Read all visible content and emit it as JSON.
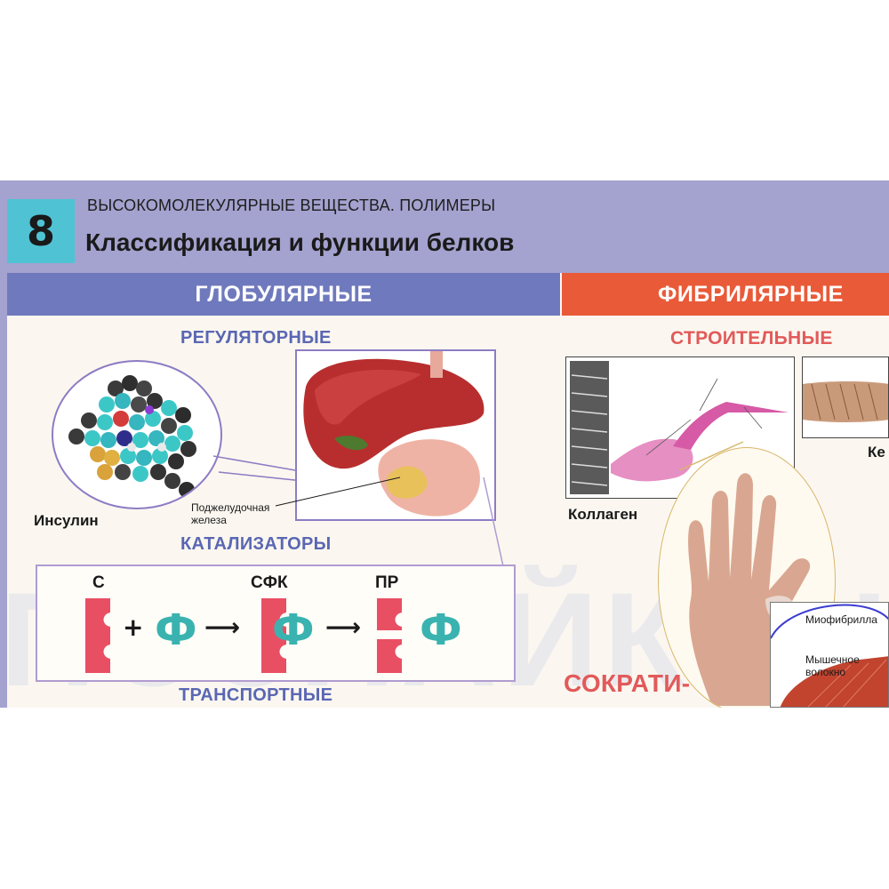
{
  "header": {
    "number": "8",
    "supertitle": "ВЫСОКОМОЛЕКУЛЯРНЫЕ ВЕЩЕСТВА. ПОЛИМЕРЫ",
    "title": "Классификация и функции белков"
  },
  "sections": {
    "globular": "ГЛОБУЛЯРНЫЕ",
    "fibrillar": "ФИБРИЛЯРНЫЕ"
  },
  "globular": {
    "regulatory": "РЕГУЛЯТОРНЫЕ",
    "insulin": "Инсулин",
    "pancreas_line1": "Поджелудочная",
    "pancreas_line2": "железа",
    "catalysts": "КАТАЛИЗАТОРЫ",
    "substrate": "С",
    "enzyme_substrate_complex": "СФК",
    "product": "ПР",
    "enzyme_symbol": "Ф",
    "plus": "+",
    "arrow": "⟶",
    "transport": "ТРАНСПОРТНЫЕ"
  },
  "fibrillar": {
    "structural": "СТРОИТЕЛЬНЫЕ",
    "collagen": "Коллаген",
    "keratin_partial": "Ке",
    "myofibril": "Миофибрилла",
    "muscle_fiber_line1": "Мышечное",
    "muscle_fiber_line2": "волокно",
    "contractile_line1": "СОКРАТИ-"
  },
  "colors": {
    "header_bg": "#a4a2cf",
    "number_box": "#4fc3d4",
    "globular_bar": "#6f79bd",
    "fibrillar_bar": "#e95a38",
    "enzyme": "#3ab3b0",
    "substrate": "#e94f63"
  }
}
